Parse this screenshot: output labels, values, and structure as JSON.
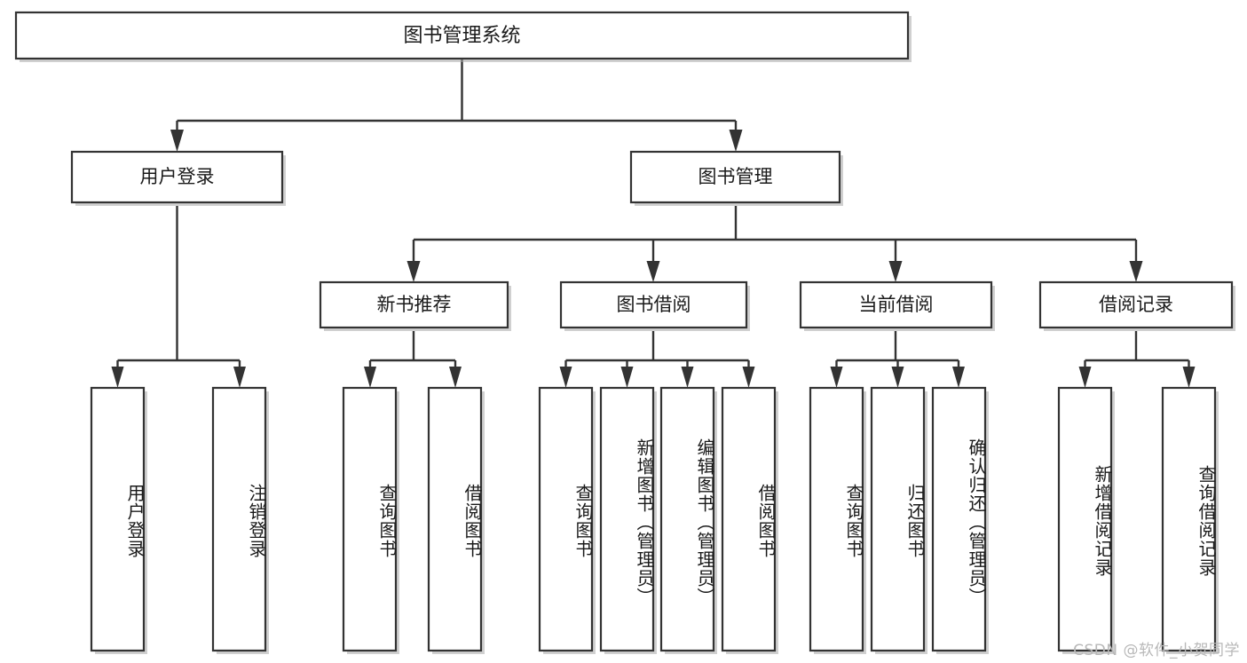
{
  "diagram": {
    "type": "tree-hierarchy-chart",
    "title": "图书管理系统",
    "orientation": "top-down",
    "colors": {
      "box_fill": "#ffffff",
      "box_stroke": "#333333",
      "text": "#1a1a1a",
      "watermark": "#b8b8b8",
      "background": "#ffffff"
    },
    "levels": {
      "root": {
        "label": "图书管理系统"
      },
      "level2": [
        {
          "id": "user-login",
          "label": "用户登录"
        },
        {
          "id": "book-management",
          "label": "图书管理"
        }
      ],
      "level3": [
        {
          "id": "new-book-recommend",
          "label": "新书推荐",
          "parent": "book-management"
        },
        {
          "id": "book-borrow",
          "label": "图书借阅",
          "parent": "book-management"
        },
        {
          "id": "current-borrow",
          "label": "当前借阅",
          "parent": "book-management"
        },
        {
          "id": "borrow-record",
          "label": "借阅记录",
          "parent": "book-management"
        }
      ],
      "leaves": [
        {
          "id": "leaf-user-login",
          "label": "用户登录",
          "parent": "user-login"
        },
        {
          "id": "leaf-logout-login",
          "label": "注销登录",
          "parent": "user-login"
        },
        {
          "id": "leaf-query-book-1",
          "label": "查询图书",
          "parent": "new-book-recommend"
        },
        {
          "id": "leaf-borrow-book-1",
          "label": "借阅图书",
          "parent": "new-book-recommend"
        },
        {
          "id": "leaf-query-book-2",
          "label": "查询图书",
          "parent": "book-borrow"
        },
        {
          "id": "leaf-add-book",
          "label": "新增图书（管理员）",
          "parent": "book-borrow"
        },
        {
          "id": "leaf-edit-book",
          "label": "编辑图书（管理员）",
          "parent": "book-borrow"
        },
        {
          "id": "leaf-borrow-book-2",
          "label": "借阅图书",
          "parent": "book-borrow"
        },
        {
          "id": "leaf-query-book-3",
          "label": "查询图书",
          "parent": "current-borrow"
        },
        {
          "id": "leaf-return-book",
          "label": "归还图书",
          "parent": "current-borrow"
        },
        {
          "id": "leaf-confirm-return",
          "label": "确认归还（管理员）",
          "parent": "current-borrow"
        },
        {
          "id": "leaf-add-record",
          "label": "新增借阅记录",
          "parent": "borrow-record"
        },
        {
          "id": "leaf-query-record",
          "label": "查询借阅记录",
          "parent": "borrow-record"
        }
      ]
    }
  },
  "watermark": {
    "text": "CSDN @软件_小贺同学"
  }
}
